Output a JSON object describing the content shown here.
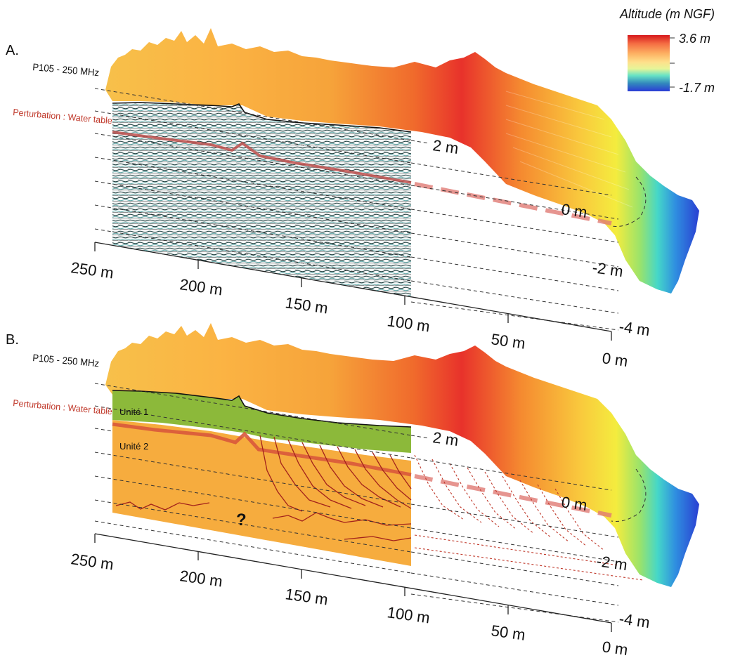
{
  "colorbar": {
    "title": "Altitude (m NGF)",
    "max": "3.6 m",
    "min": "-1.7 m",
    "colors": [
      "#d7191c",
      "#f46d43",
      "#fdae61",
      "#fee08b",
      "#e6f598",
      "#66c2a5",
      "#3288bd",
      "#2b3cd6"
    ]
  },
  "panels": [
    {
      "id": "A",
      "label": "A.",
      "profile": "P105 - 250 MHz",
      "perturbation": "Perturbation : Water table",
      "distance_ticks": [
        "250 m",
        "200 m",
        "150 m",
        "100 m",
        "50 m",
        "0 m"
      ],
      "depth_ticks": [
        "2 m",
        "0 m",
        "-2 m",
        "-4 m"
      ]
    },
    {
      "id": "B",
      "label": "B.",
      "profile": "P105 - 250 MHz",
      "perturbation": "Perturbation : Water table",
      "unit1": "Unité 1",
      "unit2": "Unité 2",
      "question": "?",
      "distance_ticks": [
        "250 m",
        "200 m",
        "150 m",
        "100 m",
        "50 m",
        "0 m"
      ],
      "depth_ticks": [
        "2 m",
        "0 m",
        "-2 m",
        "-4 m"
      ]
    }
  ]
}
